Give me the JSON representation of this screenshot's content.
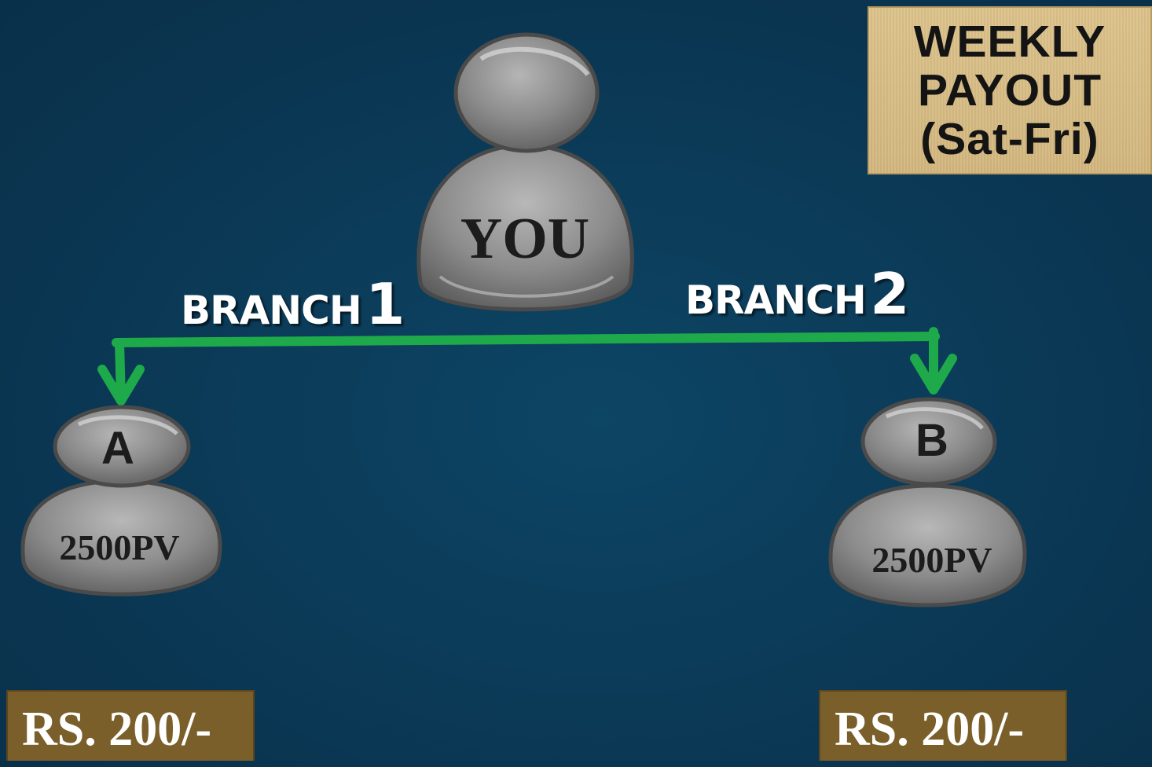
{
  "payout": {
    "line1": "WEEKLY",
    "line2": "PAYOUT",
    "line3": "(Sat-Fri)"
  },
  "you_node": {
    "label": "YOU"
  },
  "branches": [
    {
      "word": "BRANCH",
      "number": "1"
    },
    {
      "word": "BRANCH",
      "number": "2"
    }
  ],
  "nodes": [
    {
      "head_label": "A",
      "body_label": "2500PV",
      "amount": "RS. 200/-"
    },
    {
      "head_label": "B",
      "body_label": "2500PV",
      "amount": "RS. 200/-"
    }
  ],
  "colors": {
    "background": "#0b3b58",
    "connector": "#1eaa4a",
    "amount_box": "#7a5f2a",
    "payout_box": "#d6bc82",
    "node_gray": "#8e8e8e"
  },
  "icons": [
    "person-icon",
    "arrow-down-icon"
  ]
}
